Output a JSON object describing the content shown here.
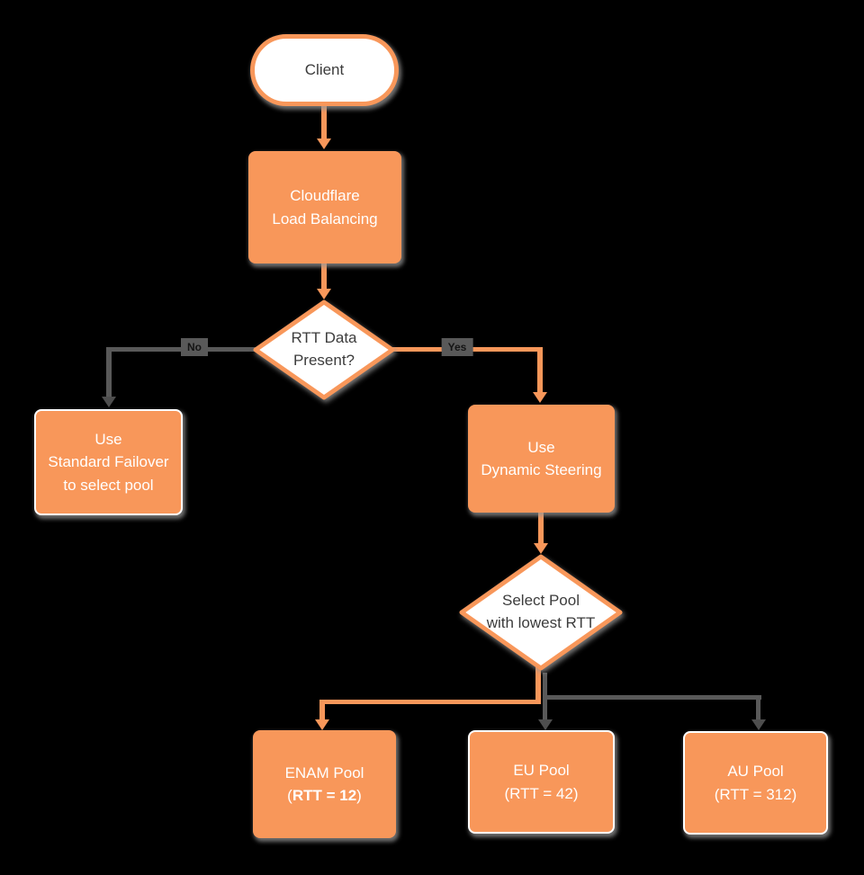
{
  "diagram": {
    "title": "Cloudflare Load Balancing dynamic steering flowchart",
    "colors": {
      "background": "#000000",
      "node_orange": "#F8975A",
      "gray_connector": "#595959",
      "dark_text": "#3C3C3C",
      "white_text": "#FFFFFF"
    },
    "nodes": {
      "client": {
        "label": "Client"
      },
      "load_balancing": {
        "line1": "Cloudflare",
        "line2": "Load Balancing"
      },
      "rtt_decision": {
        "line1": "RTT Data",
        "line2": "Present?"
      },
      "standard_failover": {
        "line1": "Use",
        "line2": "Standard Failover",
        "line3": "to select pool"
      },
      "dynamic_steering": {
        "line1": "Use",
        "line2": "Dynamic Steering"
      },
      "select_pool": {
        "line1": "Select Pool",
        "line2": "with lowest RTT"
      },
      "enam_pool": {
        "line1": "ENAM Pool",
        "value_prefix": "(",
        "value_bold": "RTT = 12",
        "value_suffix": ")"
      },
      "eu_pool": {
        "line1": "EU Pool",
        "line2": "(RTT = 42)"
      },
      "au_pool": {
        "line1": "AU Pool",
        "line2": "(RTT = 312)"
      }
    },
    "edge_labels": {
      "no": "No",
      "yes": "Yes"
    }
  }
}
